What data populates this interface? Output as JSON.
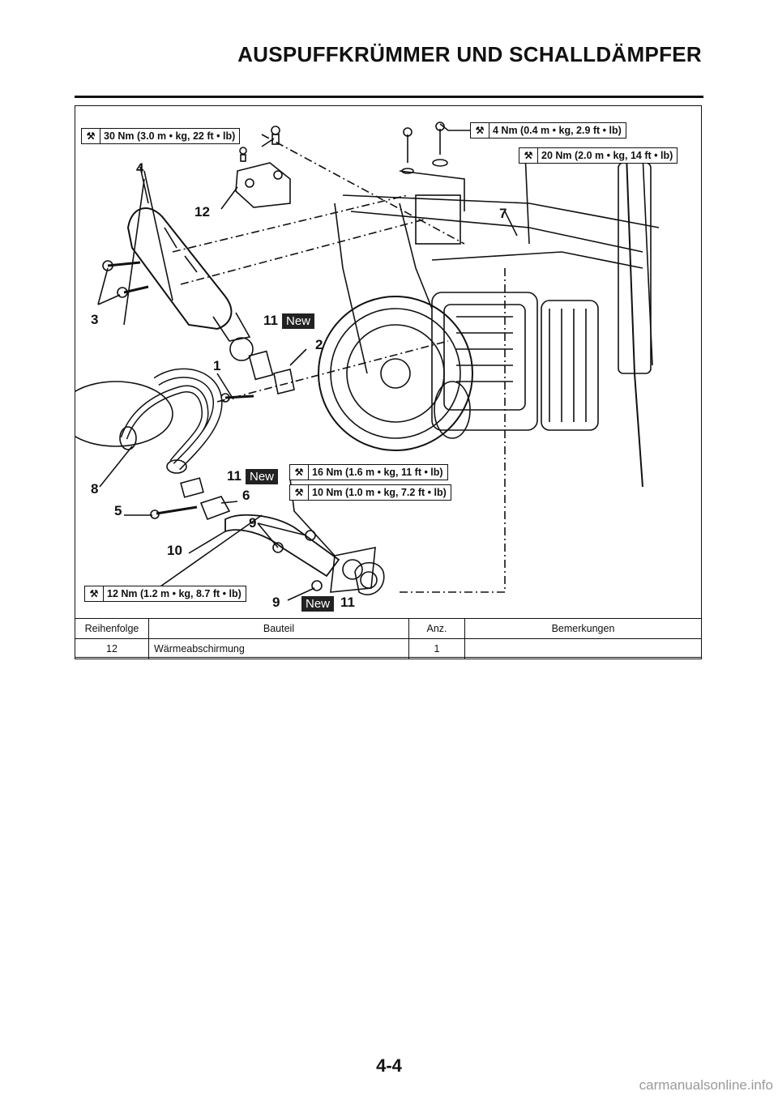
{
  "header": {
    "title": "AUSPUFFKRÜMMER UND SCHALLDÄMPFER"
  },
  "torques": {
    "t30": "30 Nm (3.0 m • kg, 22 ft • lb)",
    "t4": "4 Nm (0.4 m • kg, 2.9 ft • lb)",
    "t20": "20 Nm (2.0 m • kg, 14 ft • lb)",
    "t16": "16 Nm (1.6 m • kg, 11 ft • lb)",
    "t10": "10 Nm (1.0 m • kg, 7.2 ft • lb)",
    "t12": "12 Nm (1.2 m • kg, 8.7 ft • lb)"
  },
  "parts": {
    "p1": "1",
    "p2": "2",
    "p3": "3",
    "p4": "4",
    "p5": "5",
    "p6": "6",
    "p7": "7",
    "p8": "8",
    "p9a": "9",
    "p9b": "9",
    "p10": "10",
    "p11a": "11",
    "p11b": "11",
    "p11c": "11",
    "p12": "12"
  },
  "new_badge": "New",
  "table": {
    "headers": [
      "Reihenfolge",
      "Bauteil",
      "Anz.",
      "Bemerkungen"
    ],
    "rows": [
      [
        "12",
        "Wärmeabschirmung",
        "1",
        ""
      ]
    ]
  },
  "page_number": "4-4",
  "watermark": "carmanualsonline.info",
  "icons": {
    "torque": "wrench-icon"
  }
}
